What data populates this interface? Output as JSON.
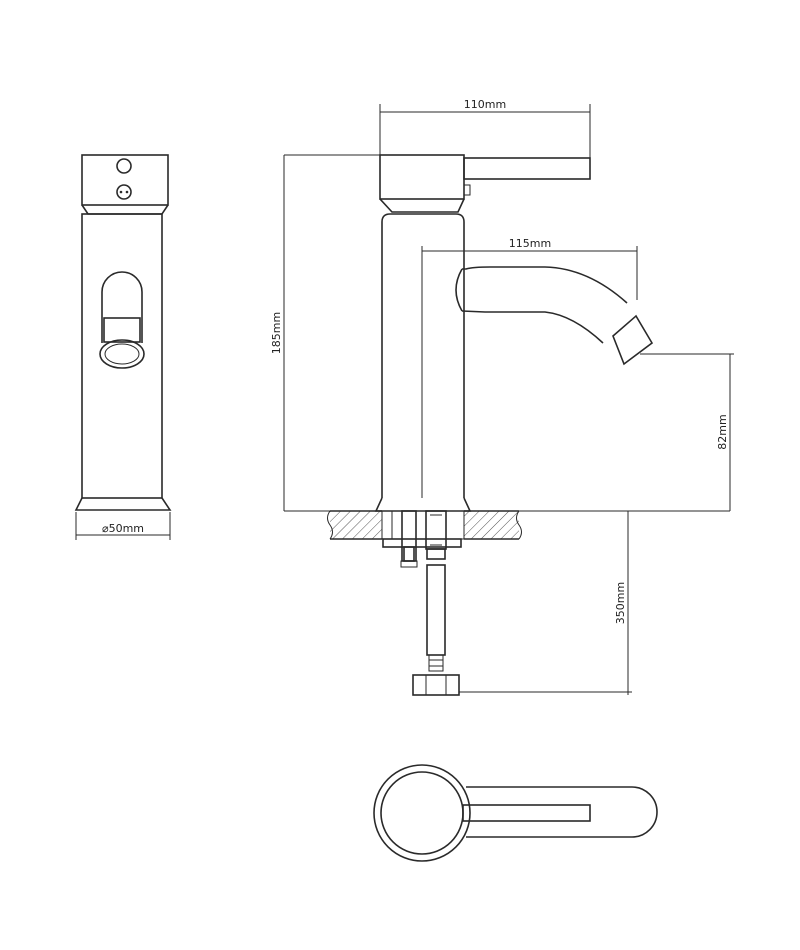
{
  "drawing": {
    "dimensions": {
      "body_diameter": "⌀50mm",
      "handle_length": "110mm",
      "total_height": "185mm",
      "spout_reach": "115mm",
      "spout_height": "82mm",
      "hose_length": "350mm"
    }
  }
}
